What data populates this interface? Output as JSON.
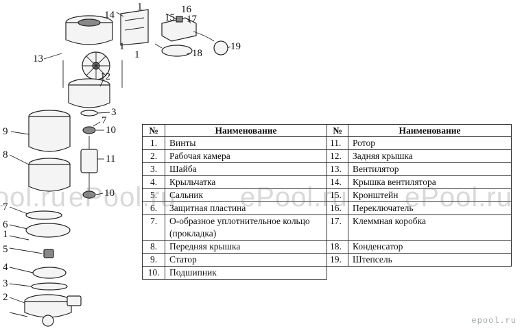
{
  "table": {
    "header_num": "№",
    "header_name": "Наименование",
    "left": [
      {
        "num": "1.",
        "name": "Винты"
      },
      {
        "num": "2.",
        "name": "Рабочая камера"
      },
      {
        "num": "3.",
        "name": "Шайба"
      },
      {
        "num": "4.",
        "name": "Крыльчатка"
      },
      {
        "num": "5.",
        "name": "Сальник"
      },
      {
        "num": "6.",
        "name": "Защитная пластина"
      },
      {
        "num": "7.",
        "name": "О-образное уплотнительное кольцо (прокладка)"
      },
      {
        "num": "8.",
        "name": "Передняя крышка"
      },
      {
        "num": "9.",
        "name": "Статор"
      },
      {
        "num": "10.",
        "name": "Подшипник"
      }
    ],
    "right": [
      {
        "num": "11.",
        "name": "Ротор"
      },
      {
        "num": "12.",
        "name": "Задняя крышка"
      },
      {
        "num": "13.",
        "name": "Вентилятор"
      },
      {
        "num": "14.",
        "name": "Крышка вентилятора"
      },
      {
        "num": "15.",
        "name": "Кронштейн"
      },
      {
        "num": "16.",
        "name": "Переключатель"
      },
      {
        "num": "17.",
        "name": "Клеммная коробка"
      },
      {
        "num": "18.",
        "name": "Конденсатор"
      },
      {
        "num": "19.",
        "name": "Штепсель"
      }
    ]
  },
  "callouts": [
    "1",
    "1",
    "1",
    "1",
    "2",
    "3",
    "3",
    "4",
    "5",
    "6",
    "7",
    "7",
    "8",
    "9",
    "10",
    "10",
    "11",
    "12",
    "13",
    "14",
    "15",
    "16",
    "17",
    "18",
    "19"
  ],
  "watermarks": [
    "ePool.ru",
    "ePool.ru",
    "ePool.ru",
    "ePool.ru"
  ],
  "brand": "epool.ru"
}
